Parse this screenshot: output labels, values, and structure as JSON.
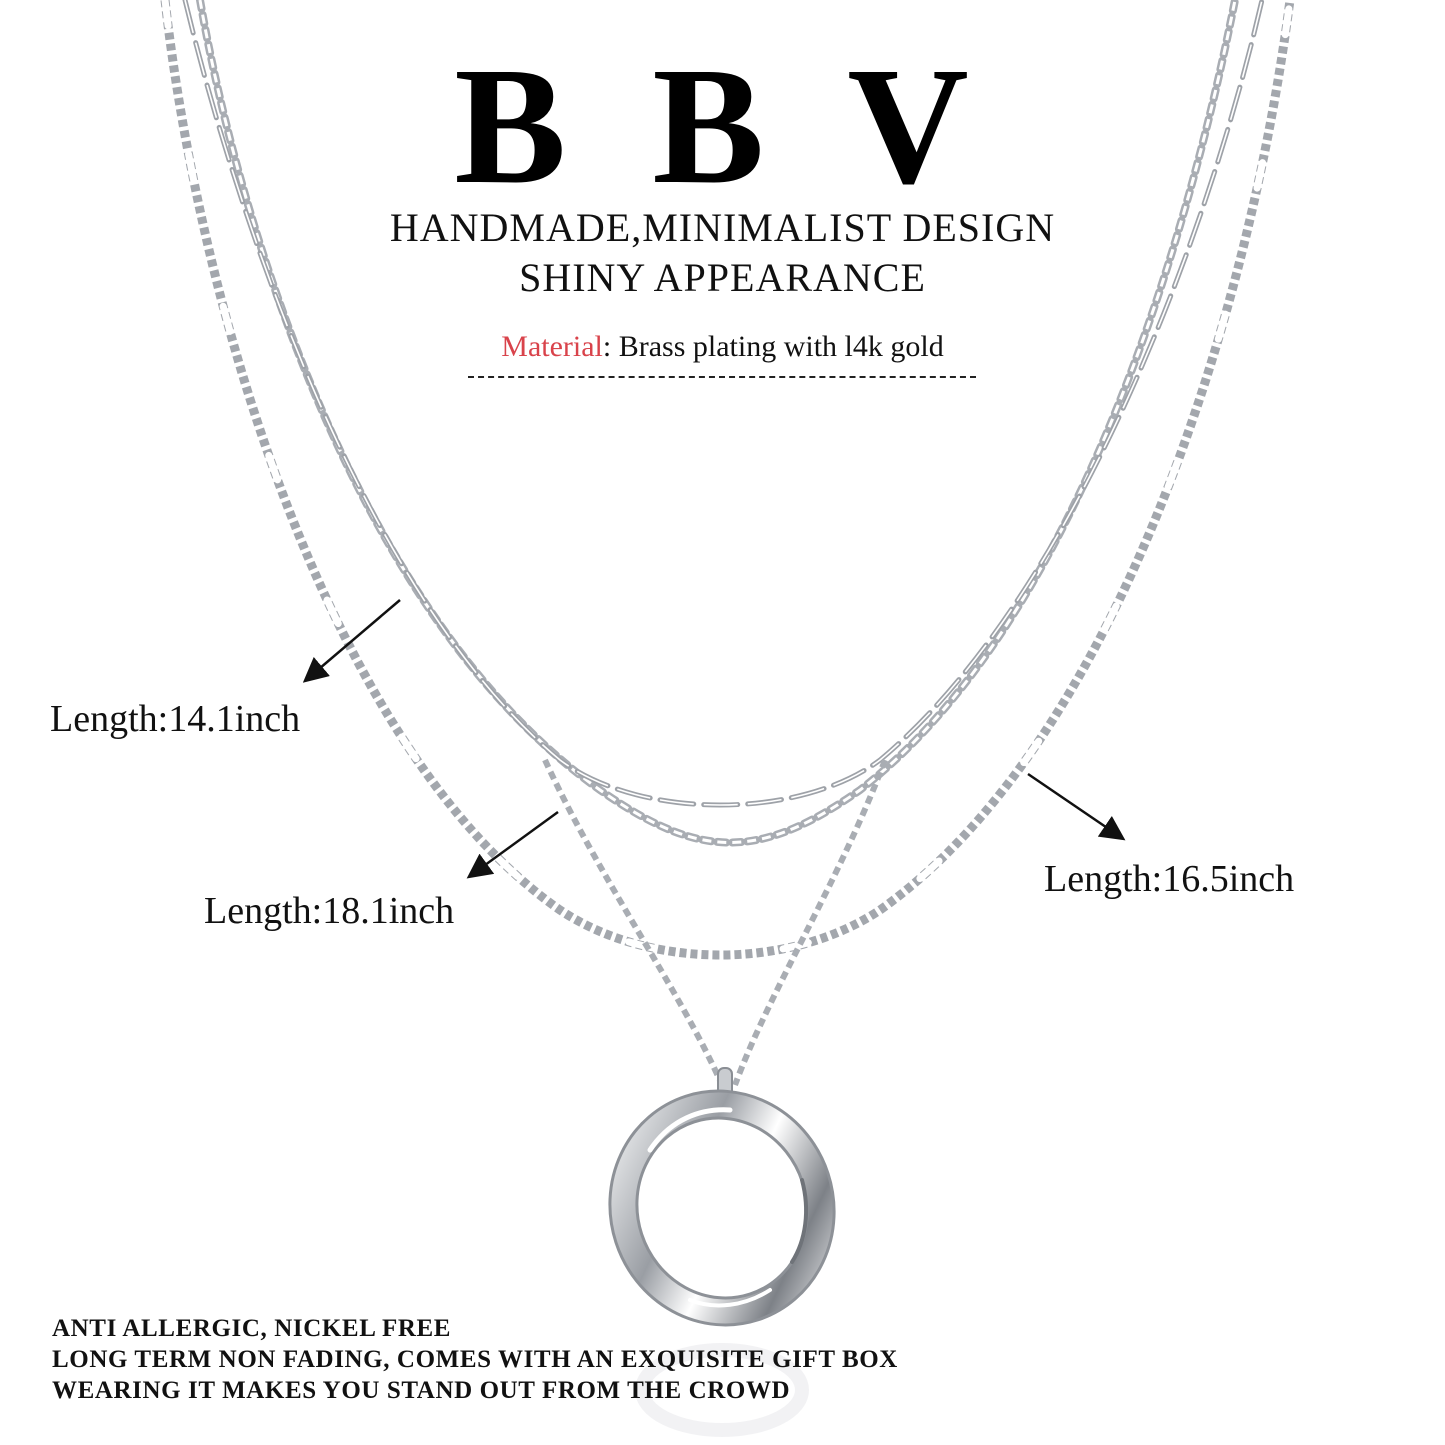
{
  "brand": "B B V",
  "tagline": {
    "line1": "HANDMADE,MINIMALIST DESIGN",
    "line2": "SHINY APPEARANCE"
  },
  "material": {
    "label": "Material",
    "separator": ":",
    "value": "Brass plating with l4k gold"
  },
  "lengths": {
    "short": "Length:14.1inch",
    "long": "Length:18.1inch",
    "mid": "Length:16.5inch"
  },
  "features": [
    "ANTI ALLERGIC, NICKEL FREE",
    "LONG TERM NON FADING, COMES WITH AN EXQUISITE GIFT BOX",
    "WEARING IT MAKES YOU STAND OUT FROM THE CROWD"
  ],
  "colors": {
    "accent": "#d9434b",
    "metal": "#a9adb3",
    "text": "#111111"
  },
  "icons": [
    "layered-chain-necklace",
    "twisted-ring-pendant",
    "pointer-arrow"
  ]
}
